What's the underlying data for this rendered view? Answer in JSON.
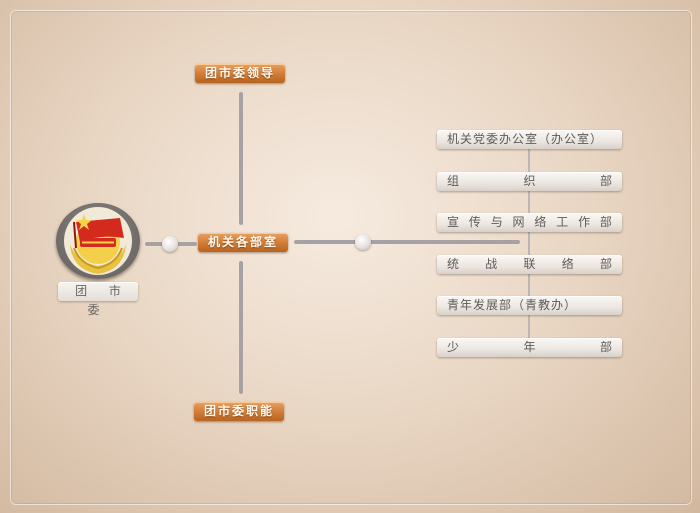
{
  "root": {
    "label": "团 市 委",
    "emblem": "communist-youth-league-emblem"
  },
  "hub": {
    "label": "机关各部室"
  },
  "top": {
    "label": "团市委领导"
  },
  "bottom": {
    "label": "团市委职能"
  },
  "departments": [
    {
      "label": "机关党委办公室（办公室）",
      "spread": false
    },
    {
      "label": "组织部",
      "spread": true
    },
    {
      "label": "宣传与网络工作部",
      "spread": true
    },
    {
      "label": "统战联络部",
      "spread": true
    },
    {
      "label": "青年发展部（青教办）",
      "spread": false
    },
    {
      "label": "少年部",
      "spread": true
    }
  ],
  "colors": {
    "accent_orange": "#d07a35",
    "connector_grey": "#a6a2a3",
    "background": "#ead8c6",
    "emblem_red": "#d42a1e",
    "emblem_gold": "#e8c242"
  }
}
